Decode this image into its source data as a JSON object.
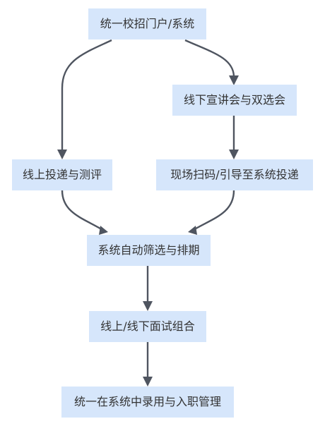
{
  "diagram": {
    "nodes": {
      "top": "统一校招门户/系统",
      "right1": "线下宣讲会与双选会",
      "left2": "线上投递与测评",
      "right2": "现场扫码/引导至系统投递",
      "center3": "系统自动筛选与排期",
      "center4": "线上/线下面试组合",
      "bottom": "统一在系统中录用与入职管理"
    },
    "edges": [
      {
        "from": "top",
        "to": "left2"
      },
      {
        "from": "top",
        "to": "right1"
      },
      {
        "from": "right1",
        "to": "right2"
      },
      {
        "from": "left2",
        "to": "center3"
      },
      {
        "from": "right2",
        "to": "center3"
      },
      {
        "from": "center3",
        "to": "center4"
      },
      {
        "from": "center4",
        "to": "bottom"
      }
    ],
    "colors": {
      "node_fill": "#d6e6fb",
      "edge": "#4f5560",
      "text": "#333333"
    }
  }
}
